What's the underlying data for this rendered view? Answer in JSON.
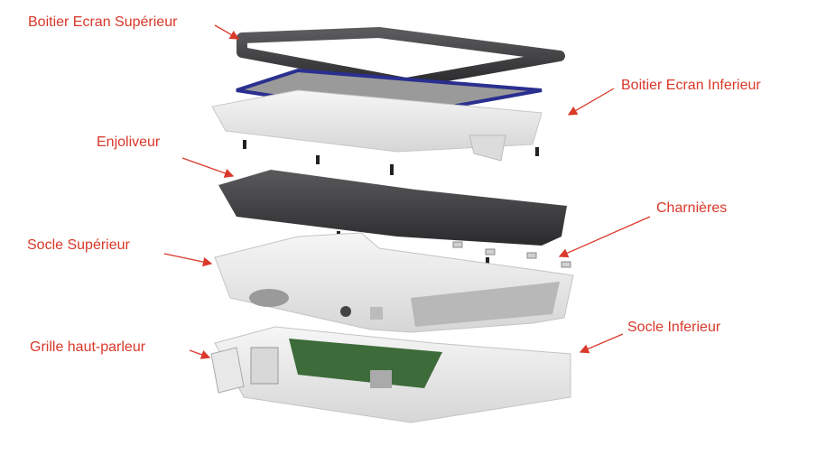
{
  "labels": {
    "boitier_ecran_superieur": "Boitier Ecran Supérieur",
    "boitier_ecran_inferieur": "Boitier Ecran Inferieur",
    "enjoliveur": "Enjoliveur",
    "charnieres": "Charnières",
    "socle_superieur": "Socle Supérieur",
    "grille_haut_parleur": "Grille haut-parleur",
    "socle_inferieur": "Socle Inferieur"
  },
  "colors": {
    "label": "#d9382a",
    "dark_part": "#3a3a3c",
    "light_part": "#ececec",
    "screen_blue": "#2a2f8f",
    "pcb_green": "#3d6b3a"
  }
}
